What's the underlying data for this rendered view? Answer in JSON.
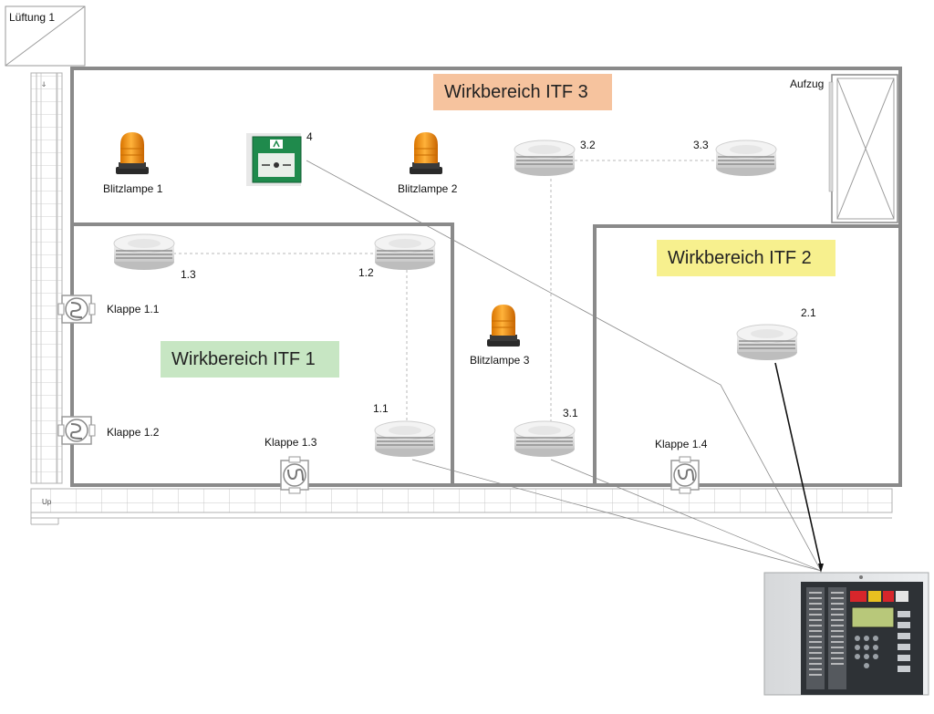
{
  "lueftung_label": "Lüftung 1",
  "aufzug_label": "Aufzug",
  "stair_top_label": "ↆ",
  "stair_up_label": "Up",
  "zones": {
    "itf3": "Wirkbereich ITF 3",
    "itf2": "Wirkbereich ITF 2",
    "itf1": "Wirkbereich ITF 1"
  },
  "beacons": [
    {
      "id": "b1",
      "label": "Blitzlampe 1"
    },
    {
      "id": "b2",
      "label": "Blitzlampe 2"
    },
    {
      "id": "b3",
      "label": "Blitzlampe 3"
    }
  ],
  "call_point_label": "4",
  "detectors": [
    {
      "id": "d32",
      "label": "3.2"
    },
    {
      "id": "d33",
      "label": "3.3"
    },
    {
      "id": "d13",
      "label": "1.3"
    },
    {
      "id": "d12",
      "label": "1.2"
    },
    {
      "id": "d11",
      "label": "1.1"
    },
    {
      "id": "d31",
      "label": "3.1"
    },
    {
      "id": "d21",
      "label": "2.1"
    }
  ],
  "dampers": [
    {
      "id": "k11",
      "label": "Klappe 1.1"
    },
    {
      "id": "k12",
      "label": "Klappe 1.2"
    },
    {
      "id": "k13",
      "label": "Klappe 1.3"
    },
    {
      "id": "k14",
      "label": "Klappe 1.4"
    }
  ],
  "colors": {
    "wall": "#8a8a8a",
    "itf3": "#f6c39e",
    "itf2": "#f7f08e",
    "itf1": "#c7e6c3",
    "beacon": "#f39a12",
    "call_point": "#1f8a4c",
    "panel_display": "#b8c87a"
  }
}
